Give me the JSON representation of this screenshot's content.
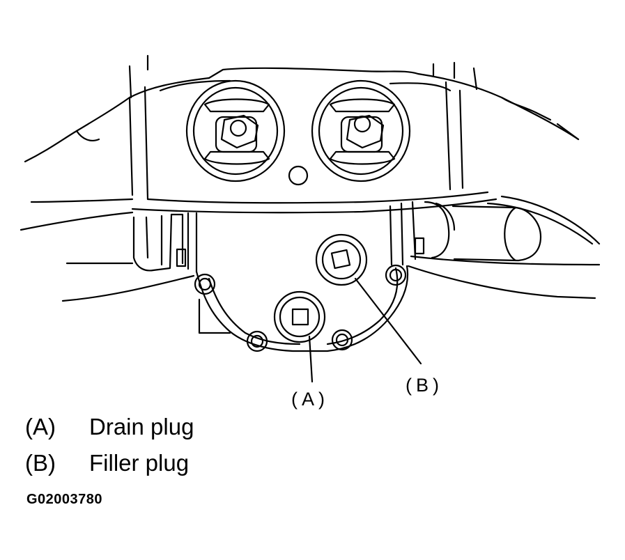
{
  "diagram": {
    "callouts": {
      "a": "(A)",
      "b": "(B)"
    },
    "legend": [
      {
        "key": "(A)",
        "label": "Drain plug"
      },
      {
        "key": "(B)",
        "label": "Filler plug"
      }
    ],
    "figure_code": "G02003780"
  },
  "colors": {
    "line": "#000000",
    "background": "#ffffff"
  }
}
